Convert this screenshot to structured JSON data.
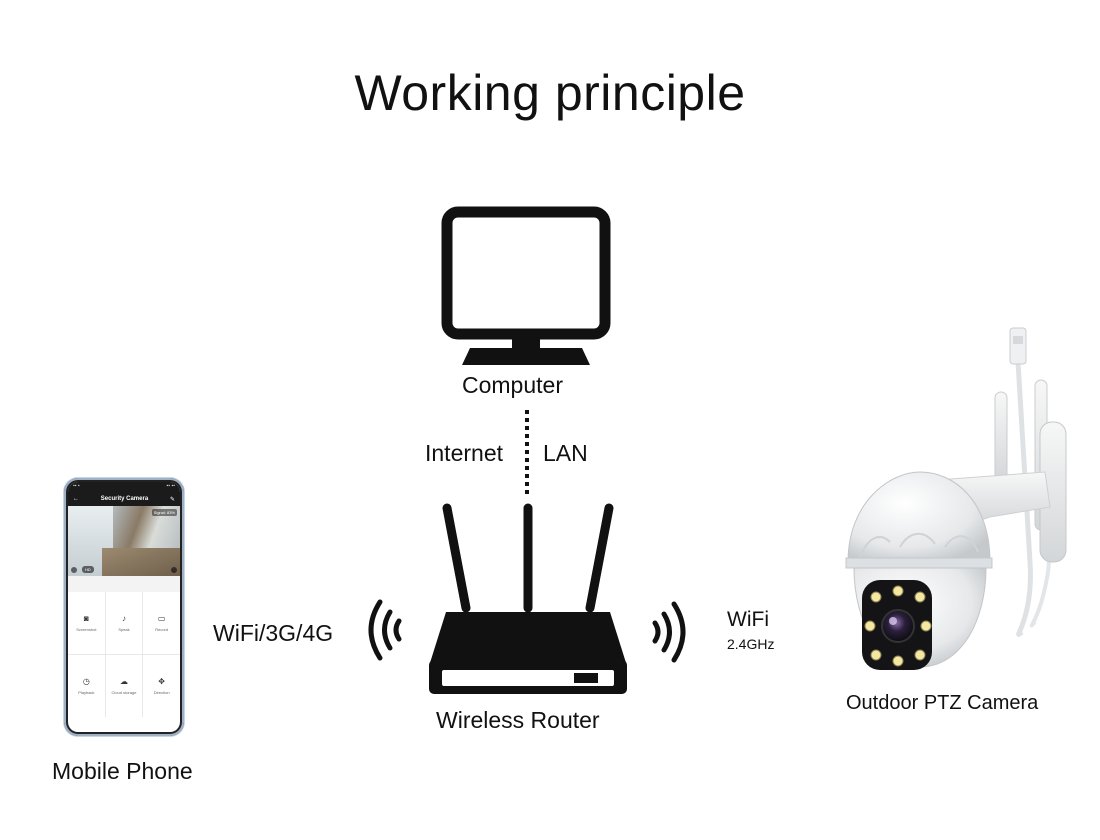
{
  "title": "Working principle",
  "nodes": {
    "computer": "Computer",
    "router": "Wireless Router",
    "phone": "Mobile Phone",
    "camera": "Outdoor PTZ Camera"
  },
  "links": {
    "internet": "Internet",
    "lan": "LAN",
    "phone_link": "WiFi/3G/4G",
    "camera_link": "WiFi",
    "camera_freq": "2.4GHz"
  },
  "phone_app": {
    "header_title": "Security Camera",
    "signal": "Signal: 83%",
    "quality": "HD",
    "controls": [
      "Screenshot",
      "Speak",
      "Record",
      "Playback",
      "Cloud storage",
      "Direction"
    ],
    "control_icons": [
      "camera-icon",
      "microphone-icon",
      "video-icon",
      "playback-icon",
      "cloud-icon",
      "direction-icon"
    ]
  }
}
